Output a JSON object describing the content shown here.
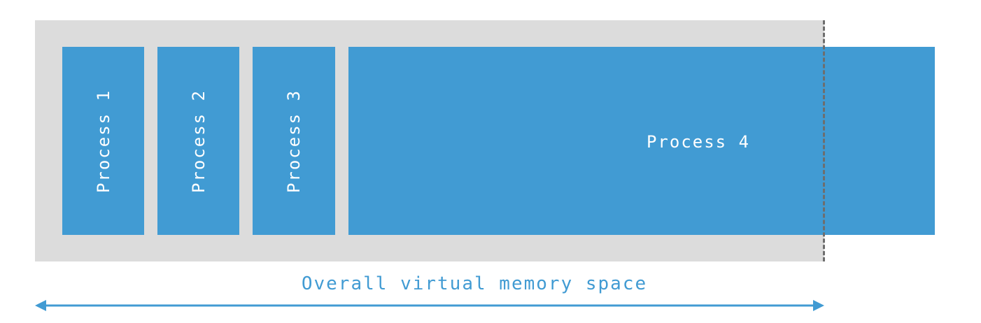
{
  "processes": [
    {
      "label": "Process 1"
    },
    {
      "label": "Process 2"
    },
    {
      "label": "Process 3"
    },
    {
      "label": "Process 4"
    }
  ],
  "memory_space": {
    "label": "Overall virtual memory space"
  },
  "colors": {
    "process_fill": "#419bd3",
    "memory_background": "#dcdcdc",
    "boundary_line": "#6e6e6e",
    "label_text": "#419bd3",
    "process_text": "#ffffff"
  }
}
